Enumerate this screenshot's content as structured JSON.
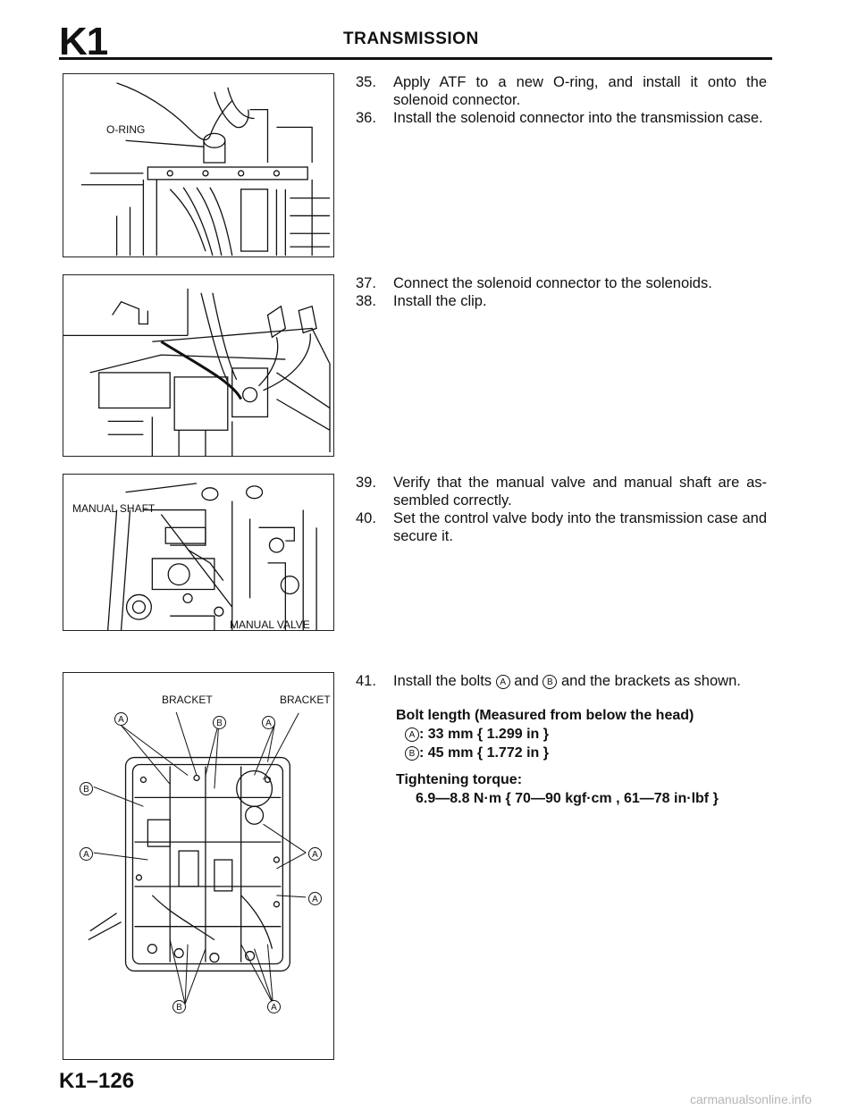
{
  "header": {
    "section_code": "K1",
    "title": "TRANSMISSION"
  },
  "figures": {
    "fig1": {
      "label_oring": "O-RING"
    },
    "fig3": {
      "label_manual_shaft": "MANUAL SHAFT",
      "label_manual_valve": "MANUAL VALVE"
    },
    "fig4": {
      "label_bracket_1": "BRACKET",
      "label_bracket_2": "BRACKET",
      "callout_a": "A",
      "callout_b": "B"
    }
  },
  "steps": [
    {
      "num": "35.",
      "text": "Apply ATF to a new O-ring, and install it onto the solenoid connector."
    },
    {
      "num": "36.",
      "text": "Install the solenoid connector into the transmission case."
    },
    {
      "num": "37.",
      "text": "Connect the solenoid connector to the solenoids."
    },
    {
      "num": "38.",
      "text": "Install the clip."
    },
    {
      "num": "39.",
      "text": "Verify that the manual valve and manual shaft are as-sembled correctly."
    },
    {
      "num": "40.",
      "text": "Set the control valve body into the transmission case and secure it."
    },
    {
      "num": "41.",
      "text_before": "Install the bolts",
      "text_and": "and",
      "text_after": "and the brackets as shown."
    }
  ],
  "spec": {
    "bolt_length_heading": "Bolt length (Measured from below the head)",
    "bolt_a": ": 33 mm { 1.299 in }",
    "bolt_b": ": 45 mm { 1.772 in }",
    "torque_heading": "Tightening torque:",
    "torque_value": "6.9—8.8 N·m { 70—90 kgf·cm , 61—78 in·lbf }"
  },
  "footer": {
    "page_number": "K1–126",
    "watermark": "carmanualsonline.info"
  }
}
